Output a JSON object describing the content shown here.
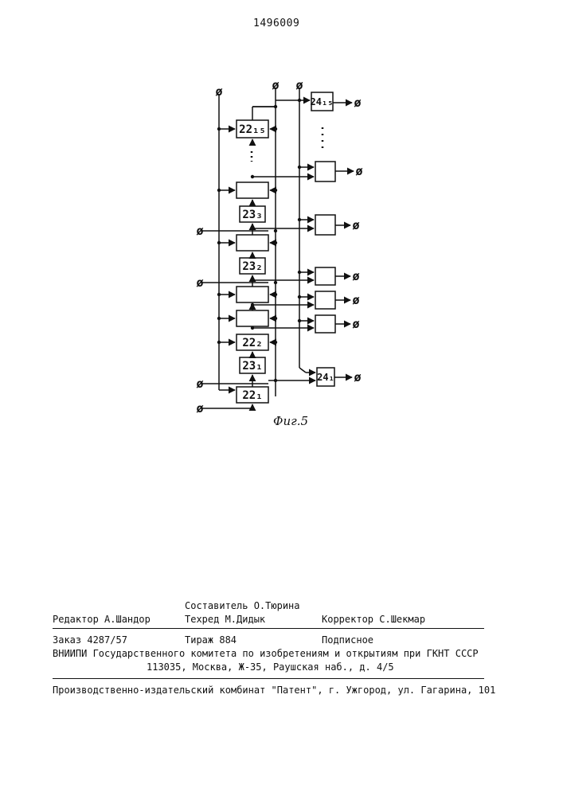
{
  "header": {
    "patent_number": "1496009"
  },
  "figure": {
    "caption": "Фиг.5",
    "terminal_symbol": "ø",
    "blocks": {
      "b22_15": "22₁₅",
      "b23_3": "23₃",
      "b23_2": "23₂",
      "b22_2": "22₂",
      "b23_1": "23₁",
      "b22_1": "22₁",
      "b24_15": "24₁₅",
      "b24_1": "24₁"
    }
  },
  "imprint": {
    "compiler": "Составитель О.Тюрина",
    "editor": "Редактор А.Шандор",
    "techred": "Техред М.Дидык",
    "corrector": "Корректор С.Шекмар",
    "order": "Заказ 4287/57",
    "circulation": "Тираж 884",
    "subscription": "Подписное",
    "institute": "ВНИИПИ Государственного комитета по изобретениям и открытиям при ГКНТ СССР",
    "address": "113035, Москва, Ж-35, Раушская наб., д. 4/5",
    "publisher": "Производственно-издательский комбинат \"Патент\", г. Ужгород, ул. Гагарина, 101"
  }
}
